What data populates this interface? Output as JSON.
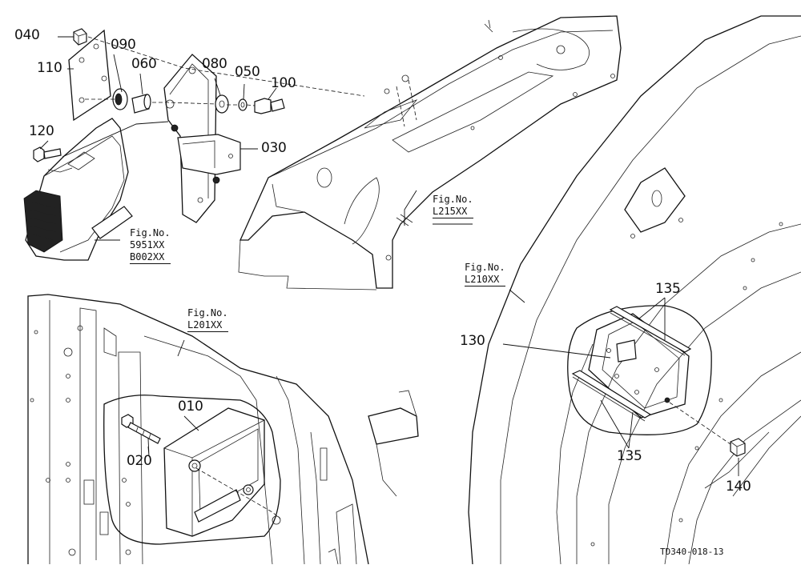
{
  "parts": {
    "p040": "040",
    "p110": "110",
    "p090": "090",
    "p060": "060",
    "p080": "080",
    "p050": "050",
    "p100": "100",
    "p120": "120",
    "p030": "030",
    "p010": "010",
    "p020": "020",
    "p130": "130",
    "p135a": "135",
    "p135b": "135",
    "p140": "140"
  },
  "figrefs": {
    "f5951": {
      "line1": "Fig.No.",
      "line2": "5951XX",
      "line3": "B002XX"
    },
    "fL215": {
      "line1": "Fig.No.",
      "line2": "L215XX"
    },
    "fL210": {
      "line1": "Fig.No.",
      "line2": "L210XX"
    },
    "fL201": {
      "line1": "Fig.No.",
      "line2": "L201XX"
    }
  },
  "drawing_code": "TD340-018-13"
}
